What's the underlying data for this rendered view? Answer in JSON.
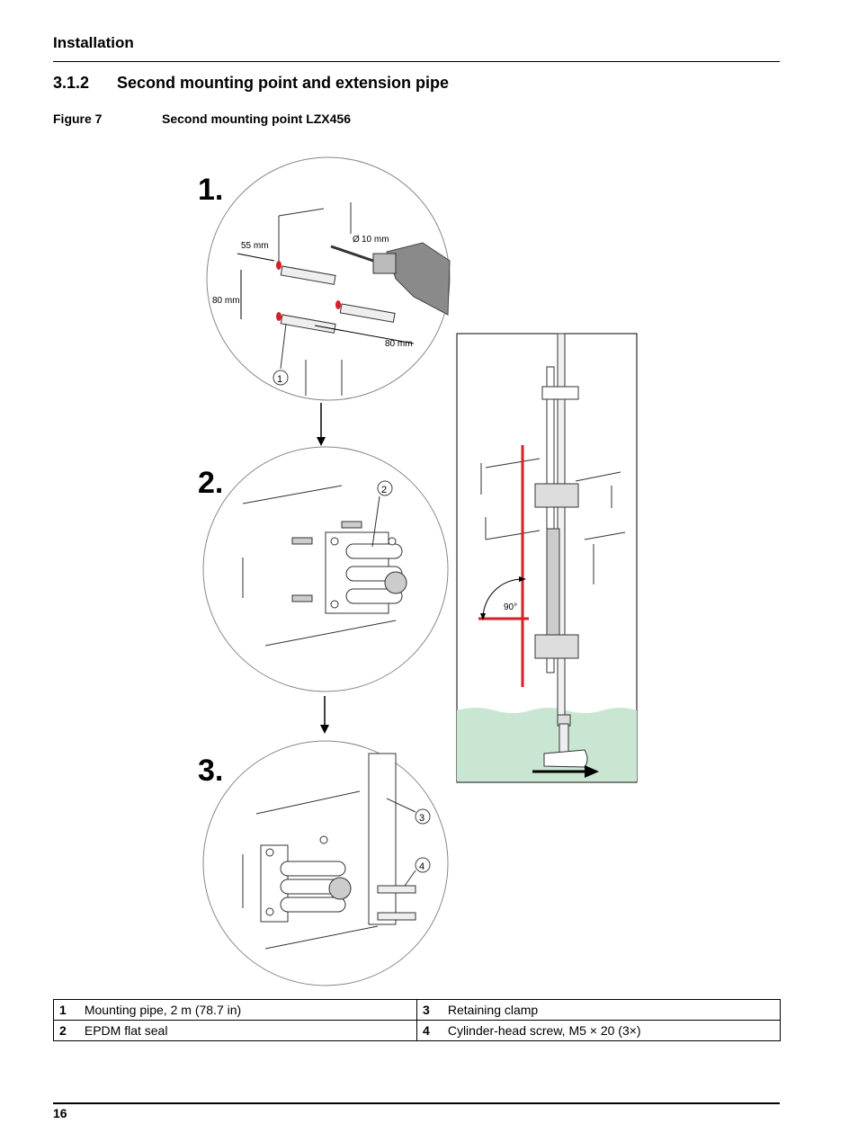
{
  "header": {
    "section": "Installation"
  },
  "section": {
    "number": "3.1.2",
    "title": "Second mounting point and extension pipe"
  },
  "figure": {
    "label": "Figure 7",
    "title": "Second mounting point LZX456",
    "steps": [
      "1.",
      "2.",
      "3."
    ],
    "dimensions": {
      "horizontal": "55 mm",
      "vertical": "80 mm",
      "spacing": "80 mm",
      "drill": "10 mm",
      "angle": "90°"
    },
    "callouts": [
      "1",
      "2",
      "3",
      "4"
    ],
    "colors": {
      "red_marker": "#d61f26",
      "water": "#c8e6d2"
    }
  },
  "legend": [
    {
      "num": "1",
      "text": "Mounting pipe, 2 m (78.7 in)",
      "num2": "3",
      "text2": "Retaining clamp"
    },
    {
      "num": "2",
      "text": "EPDM flat seal",
      "num2": "4",
      "text2": "Cylinder-head screw, M5 × 20 (3×)"
    }
  ],
  "footer": {
    "page": "16"
  }
}
